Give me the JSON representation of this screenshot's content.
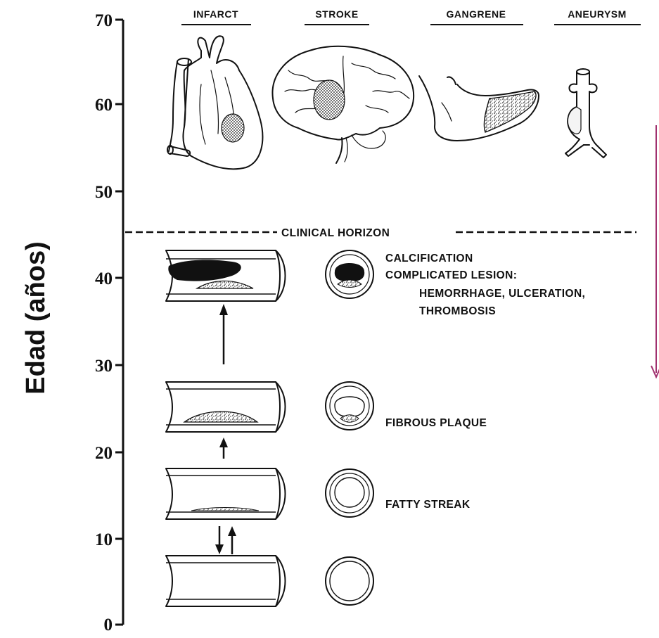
{
  "y_axis": {
    "label": "Edad (años)",
    "ticks": [
      "0",
      "10",
      "20",
      "30",
      "40",
      "50",
      "60",
      "70"
    ]
  },
  "columns": [
    "INFARCT",
    "STROKE",
    "GANGRENE",
    "ANEURYSM"
  ],
  "horizon_label": "CLINICAL HORIZON",
  "stages": {
    "complicated": [
      "CALCIFICATION",
      "COMPLICATED LESION:",
      "HEMORRHAGE, ULCERATION,",
      "THROMBOSIS"
    ],
    "fibrous": "FIBROUS PLAQUE",
    "fatty": "FATTY STREAK"
  },
  "colors": {
    "ink": "#111111",
    "arrow": "#a0306e"
  }
}
